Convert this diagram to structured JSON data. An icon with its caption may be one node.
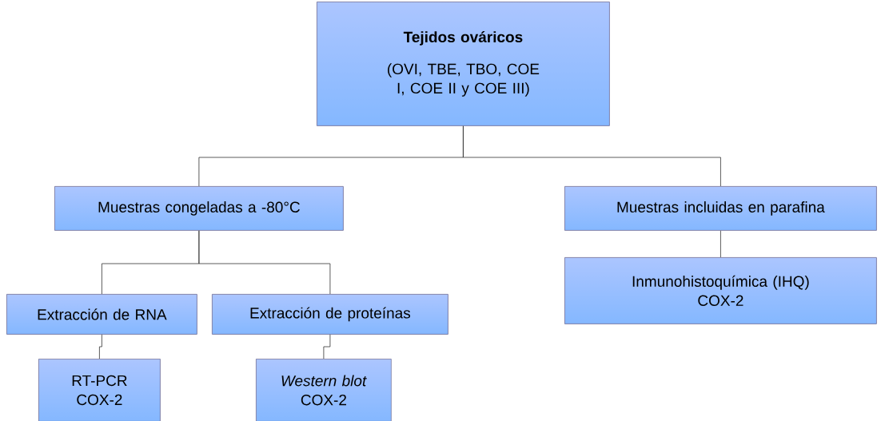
{
  "diagram": {
    "nodes": [
      {
        "text": [
          "Tejidos ováricos",
          "(OVI, TBE, TBO, COE I, COE II y COE III)"
        ]
      },
      {
        "text": [
          "Muestras congeladas a -80°C"
        ]
      },
      {
        "text": [
          "Muestras incluidas en parafina"
        ]
      },
      {
        "text": [
          "Extracción de RNA"
        ]
      },
      {
        "text": [
          "Extracción de proteínas"
        ]
      },
      {
        "text": [
          "RT-PCR",
          "COX-2"
        ]
      },
      {
        "text": [
          "*Western blot*",
          "COX-2"
        ]
      },
      {
        "text": [
          "Inmunohistoquímica (IHQ)",
          "COX-2"
        ]
      }
    ],
    "edges": [
      {
        "from": 0,
        "to": 1,
        "arrow": "none"
      },
      {
        "from": 0,
        "to": 2,
        "arrow": "none"
      },
      {
        "from": 1,
        "to": 3,
        "arrow": "none"
      },
      {
        "from": 1,
        "to": 4,
        "arrow": "none"
      },
      {
        "from": 3,
        "to": 5,
        "arrow": "none"
      },
      {
        "from": 4,
        "to": 6,
        "arrow": "none"
      },
      {
        "from": 2,
        "to": 7,
        "arrow": "none"
      }
    ]
  }
}
